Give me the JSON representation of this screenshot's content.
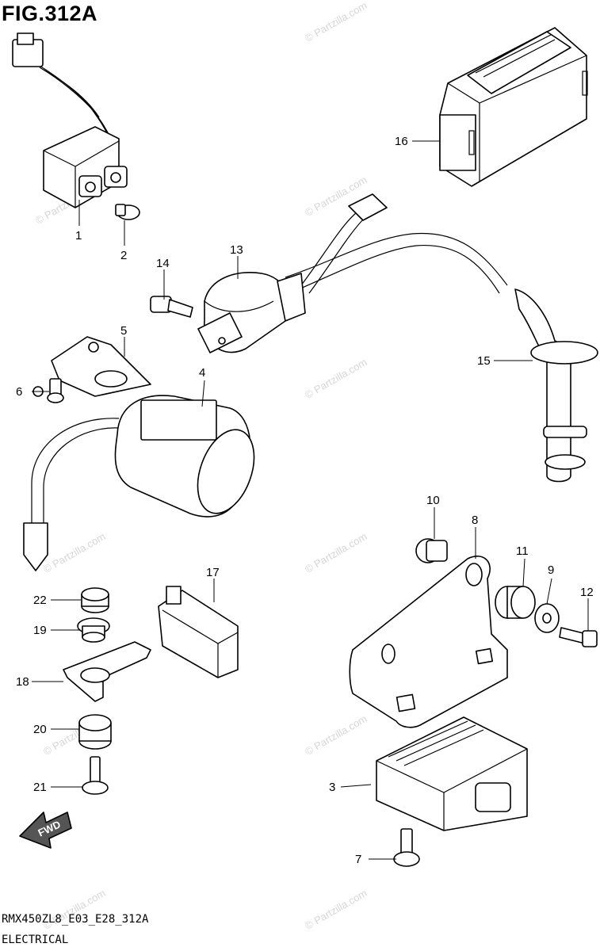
{
  "figure": {
    "title": "FIG.312A",
    "code": "RMX450ZL8_E03_E28_312A",
    "category": "ELECTRICAL"
  },
  "watermark": "© Partzilla.com",
  "fwd_label": "FWD",
  "callouts": [
    "1",
    "2",
    "3",
    "4",
    "5",
    "6",
    "7",
    "8",
    "9",
    "10",
    "11",
    "12",
    "13",
    "14",
    "15",
    "16",
    "17",
    "18",
    "19",
    "20",
    "21",
    "22"
  ]
}
